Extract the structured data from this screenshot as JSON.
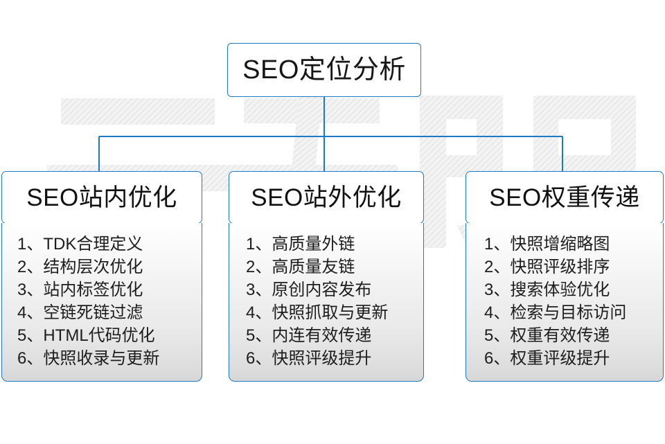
{
  "diagram": {
    "type": "org-chart",
    "accent_color": "#1b7ac7",
    "text_color": "#161616",
    "background": "#ffffff",
    "root": {
      "label": "SEO定位分析"
    },
    "watermark": {
      "text": "云无限",
      "color": "#ececec"
    },
    "columns": [
      {
        "header": "SEO站内优化",
        "items": [
          "1、TDK合理定义",
          "2、结构层次优化",
          "3、站内标签优化",
          "4、空链死链过滤",
          "5、HTML代码优化",
          "6、快照收录与更新"
        ]
      },
      {
        "header": "SEO站外优化",
        "items": [
          "1、高质量外链",
          "2、高质量友链",
          "3、原创内容发布",
          "4、快照抓取与更新",
          "5、内连有效传递",
          "6、快照评级提升"
        ]
      },
      {
        "header": "SEO权重传递",
        "items": [
          "1、快照增缩略图",
          "2、快照评级排序",
          "3、搜索体验优化",
          "4、检索与目标访问",
          "5、权重有效传递",
          "6、权重评级提升"
        ]
      }
    ]
  }
}
